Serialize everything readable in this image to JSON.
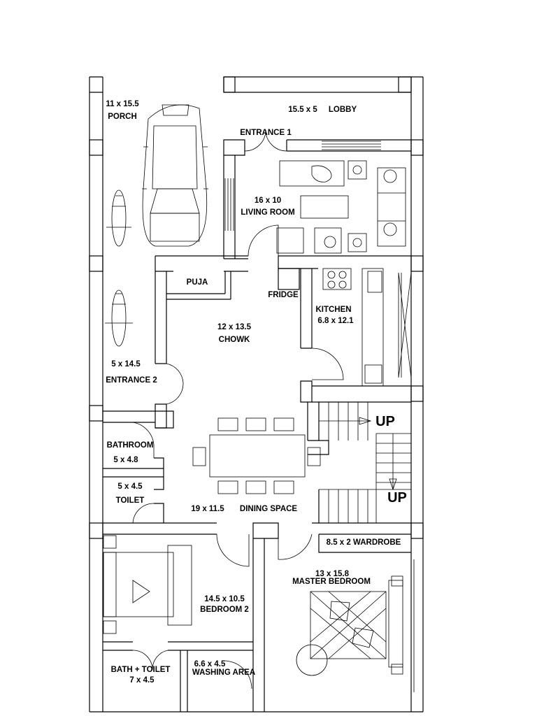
{
  "rooms": {
    "porch_dim": "11 x 15.5",
    "porch": "PORCH",
    "lobby_dim": "15.5 x 5",
    "lobby": "LOBBY",
    "entrance1": "ENTRANCE 1",
    "living_dim": "16 x 10",
    "living": "LIVING ROOM",
    "puja": "PUJA",
    "fridge": "FRIDGE",
    "kitchen": "KITCHEN",
    "kitchen_dim": "6.8 x 12.1",
    "chowk_dim": "12 x 13.5",
    "chowk": "CHOWK",
    "entrance2_dim": "5 x 14.5",
    "entrance2": "ENTRANCE 2",
    "up1": "UP",
    "bathroom": "BATHROOM",
    "bathroom_dim": "5 x 4.8",
    "toilet_dim": "5 x 4.5",
    "toilet": "TOILET",
    "dining_dim": "19 x 11.5",
    "dining": "DINING SPACE",
    "up2": "UP",
    "wardrobe": "8.5 x 2 WARDROBE",
    "master_dim": "13 x 15.8",
    "master": "MASTER BEDROOM",
    "bed2_dim": "14.5 x 10.5",
    "bed2": "BEDROOM 2",
    "bath_toilet": "BATH + TOILET",
    "bath_toilet_dim": "7 x 4.5",
    "washing_dim": "6.6 x 4.5",
    "washing": "WASHING AREA"
  }
}
